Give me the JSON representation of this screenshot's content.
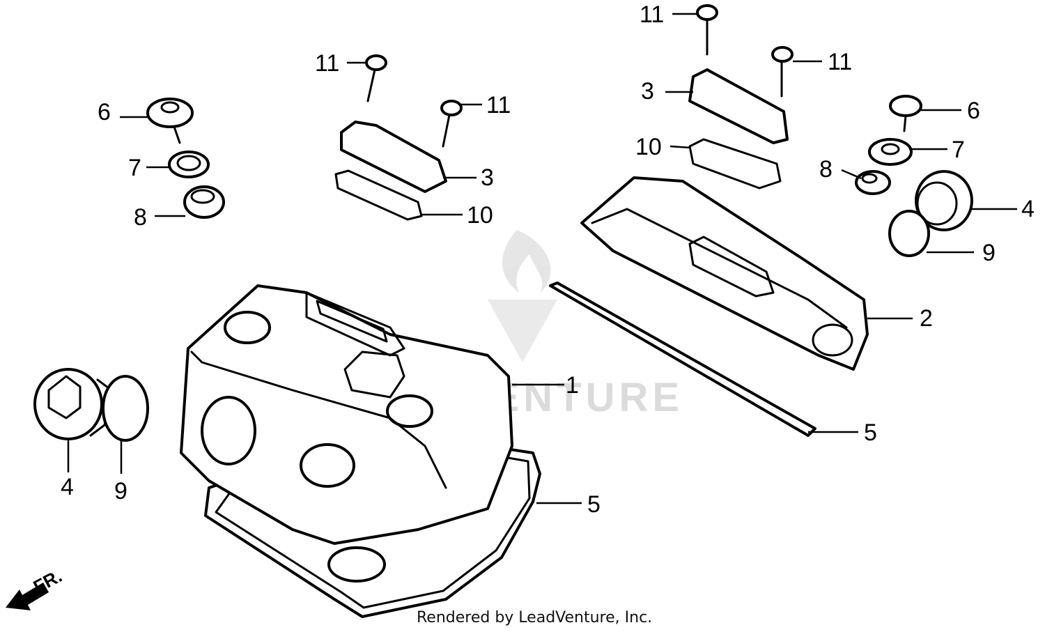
{
  "watermark": {
    "text": "LEADVENTURE"
  },
  "credit": "Rendered by LeadVenture, Inc.",
  "orientation": {
    "label": "FR."
  },
  "callouts": [
    {
      "id": "c1",
      "label": "1"
    },
    {
      "id": "c2",
      "label": "2"
    },
    {
      "id": "c3-left",
      "label": "3"
    },
    {
      "id": "c3-right",
      "label": "3"
    },
    {
      "id": "c4-left",
      "label": "4"
    },
    {
      "id": "c4-right",
      "label": "4"
    },
    {
      "id": "c5-left",
      "label": "5"
    },
    {
      "id": "c5-right",
      "label": "5"
    },
    {
      "id": "c6-left",
      "label": "6"
    },
    {
      "id": "c6-right",
      "label": "6"
    },
    {
      "id": "c7-left",
      "label": "7"
    },
    {
      "id": "c7-right",
      "label": "7"
    },
    {
      "id": "c8-left",
      "label": "8"
    },
    {
      "id": "c8-right",
      "label": "8"
    },
    {
      "id": "c9-left",
      "label": "9"
    },
    {
      "id": "c9-right",
      "label": "9"
    },
    {
      "id": "c10-left",
      "label": "10"
    },
    {
      "id": "c10-right",
      "label": "10"
    },
    {
      "id": "c11-a",
      "label": "11"
    },
    {
      "id": "c11-b",
      "label": "11"
    },
    {
      "id": "c11-c",
      "label": "11"
    },
    {
      "id": "c11-d",
      "label": "11"
    }
  ]
}
